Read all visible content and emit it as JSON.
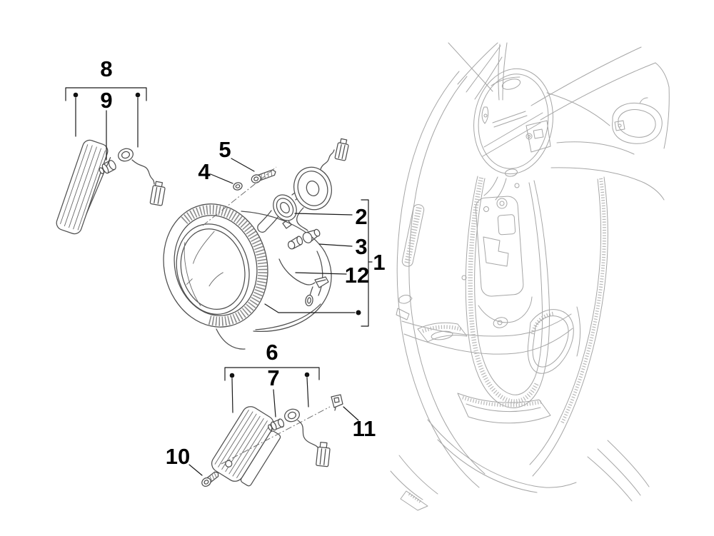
{
  "diagram": {
    "colors": {
      "background": "#ffffff",
      "part_lines": "#4f4f4f",
      "reference_lines": "#a6a6a6",
      "callout_text": "#000000",
      "leader_dots": "#111111"
    },
    "callouts": [
      {
        "label": "1"
      },
      {
        "label": "2"
      },
      {
        "label": "3"
      },
      {
        "label": "4"
      },
      {
        "label": "5"
      },
      {
        "label": "6"
      },
      {
        "label": "7"
      },
      {
        "label": "8"
      },
      {
        "label": "9"
      },
      {
        "label": "10"
      },
      {
        "label": "11"
      },
      {
        "label": "12"
      }
    ]
  }
}
